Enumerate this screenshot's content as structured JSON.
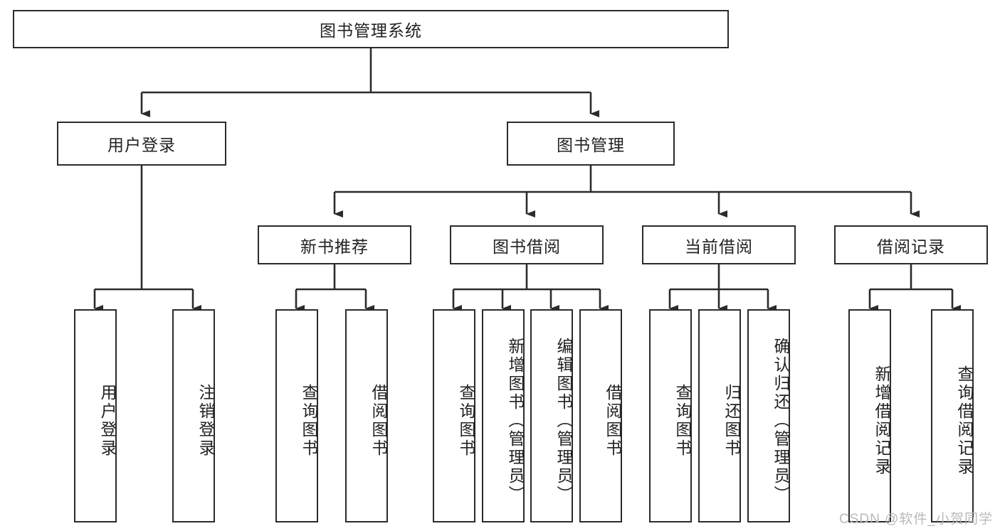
{
  "diagram": {
    "type": "tree-hierarchy",
    "title": "图书管理系统",
    "watermark": "CSDN @软件_小贺同学",
    "stroke_color": "#2b2b2b",
    "text_color": "#222222",
    "background": "#ffffff",
    "nodes": {
      "root": {
        "label": "图书管理系统",
        "level": 0,
        "orientation": "horizontal"
      },
      "l1": [
        {
          "id": "user-login",
          "label": "用户登录",
          "orientation": "horizontal"
        },
        {
          "id": "book-manage",
          "label": "图书管理",
          "orientation": "horizontal"
        }
      ],
      "l2": [
        {
          "id": "new-book-recommend",
          "label": "新书推荐",
          "parent": "book-manage",
          "orientation": "horizontal"
        },
        {
          "id": "book-borrow",
          "label": "图书借阅",
          "parent": "book-manage",
          "orientation": "horizontal"
        },
        {
          "id": "current-borrow",
          "label": "当前借阅",
          "parent": "book-manage",
          "orientation": "horizontal"
        },
        {
          "id": "borrow-record",
          "label": "借阅记录",
          "parent": "book-manage",
          "orientation": "horizontal"
        }
      ],
      "leaves": [
        {
          "id": "leaf-user-login",
          "label": "用户登录",
          "parent": "user-login",
          "orientation": "vertical"
        },
        {
          "id": "leaf-logout",
          "label": "注销登录",
          "parent": "user-login",
          "orientation": "vertical"
        },
        {
          "id": "leaf-query-book-1",
          "label": "查询图书",
          "parent": "new-book-recommend",
          "orientation": "vertical"
        },
        {
          "id": "leaf-borrow-book-1",
          "label": "借阅图书",
          "parent": "new-book-recommend",
          "orientation": "vertical"
        },
        {
          "id": "leaf-query-book-2",
          "label": "查询图书",
          "parent": "book-borrow",
          "orientation": "vertical"
        },
        {
          "id": "leaf-add-book",
          "label": "新增图书（管理员）",
          "parent": "book-borrow",
          "orientation": "vertical"
        },
        {
          "id": "leaf-edit-book",
          "label": "编辑图书（管理员）",
          "parent": "book-borrow",
          "orientation": "vertical"
        },
        {
          "id": "leaf-borrow-book-2",
          "label": "借阅图书",
          "parent": "book-borrow",
          "orientation": "vertical"
        },
        {
          "id": "leaf-query-book-3",
          "label": "查询图书",
          "parent": "current-borrow",
          "orientation": "vertical"
        },
        {
          "id": "leaf-return-book",
          "label": "归还图书",
          "parent": "current-borrow",
          "orientation": "vertical"
        },
        {
          "id": "leaf-confirm-return",
          "label": "确认归还（管理员）",
          "parent": "current-borrow",
          "orientation": "vertical"
        },
        {
          "id": "leaf-add-record",
          "label": "新增借阅记录",
          "parent": "borrow-record",
          "orientation": "vertical"
        },
        {
          "id": "leaf-query-record",
          "label": "查询借阅记录",
          "parent": "borrow-record",
          "orientation": "vertical"
        }
      ]
    }
  }
}
